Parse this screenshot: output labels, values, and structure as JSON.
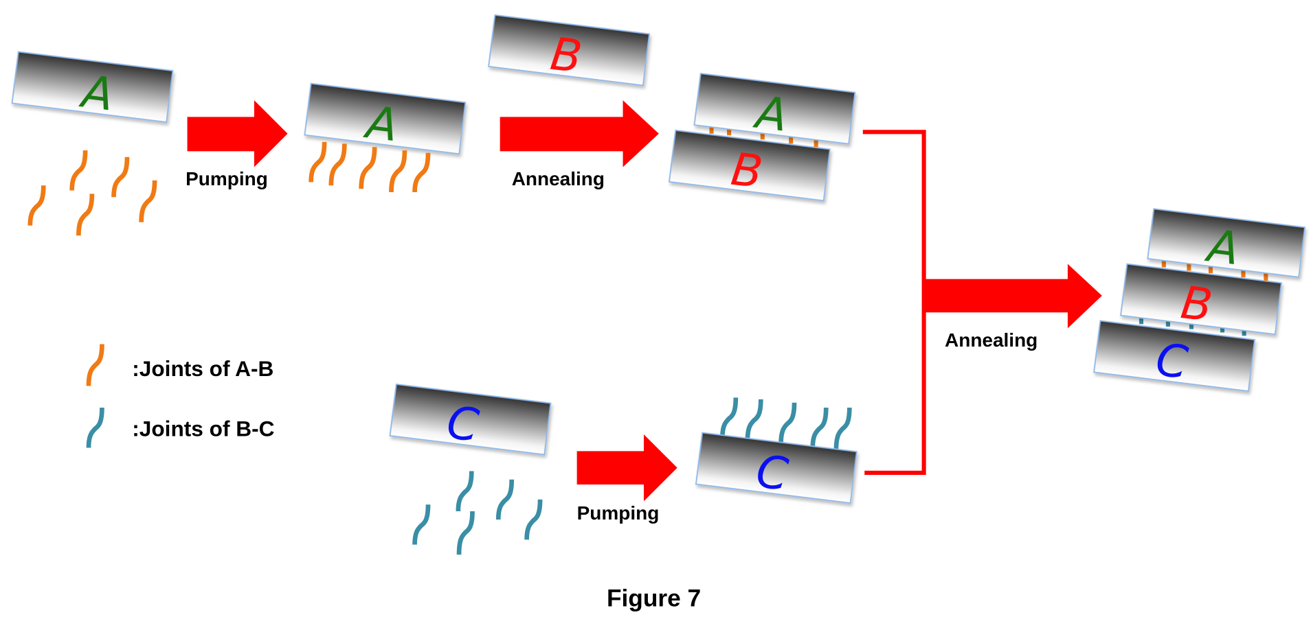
{
  "figure": {
    "caption": "Figure 7",
    "colors": {
      "arrow": "#ff0000",
      "joint_ab": "#f07a14",
      "joint_bc": "#3a8ea5",
      "letter_a": "#1a7a12",
      "letter_b": "#ff1010",
      "letter_c": "#0a10f0",
      "plate_edge": "#8fb8e8"
    },
    "plates": {
      "a": "A",
      "b": "B",
      "c": "C"
    },
    "steps": {
      "pumping_ab": "Pumping",
      "annealing_ab": "Annealing",
      "pumping_bc": "Pumping",
      "annealing_abc": "Annealing"
    },
    "legend": [
      {
        "label": ":Joints of A-B",
        "color": "#f07a14"
      },
      {
        "label": ":Joints of B-C",
        "color": "#3a8ea5"
      }
    ]
  }
}
